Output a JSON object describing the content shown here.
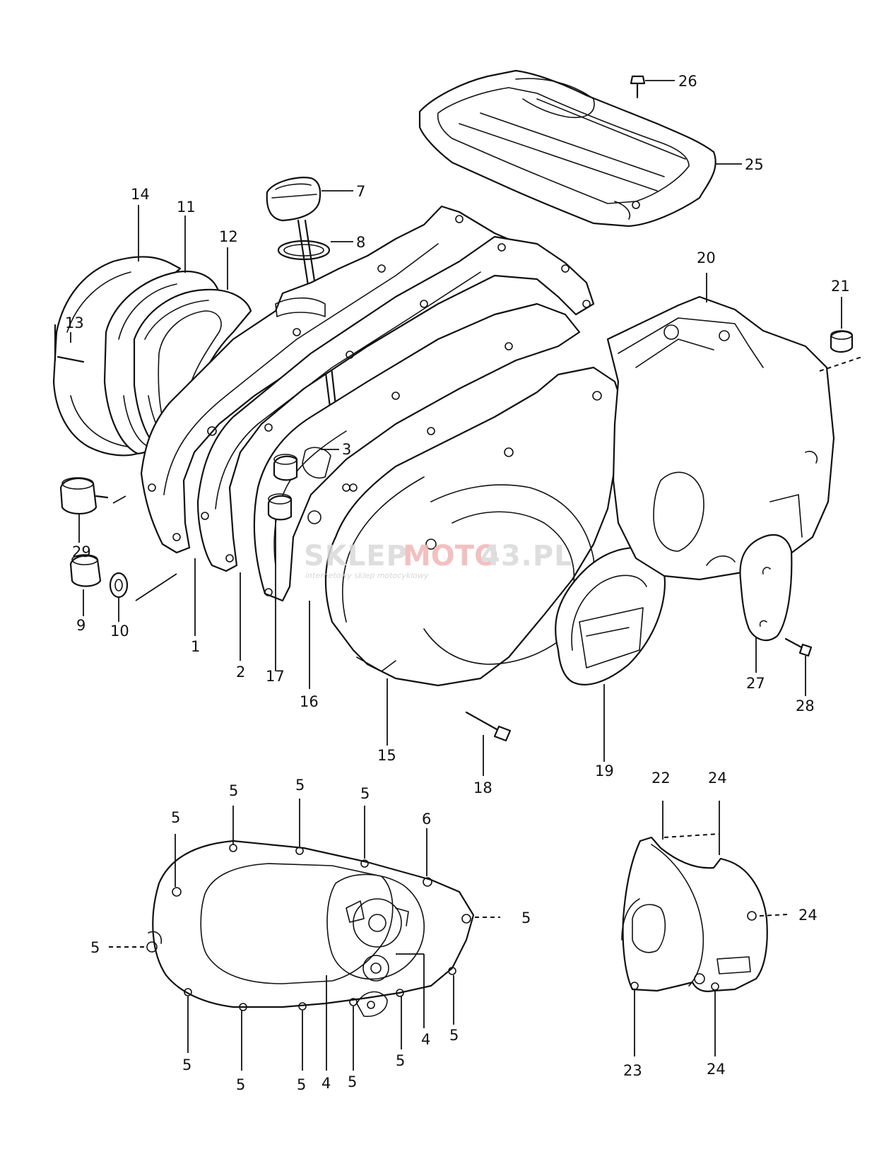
{
  "watermark": {
    "brand_left": "SKLEP",
    "brand_mid": "MOTO",
    "brand_right": "43.PL",
    "tagline": "internetowy sklep motocyklowy",
    "colors": {
      "grey": "#d9d9d9",
      "red": "#f2b6b6"
    }
  },
  "callouts": [
    {
      "id": "c26",
      "text": "26"
    },
    {
      "id": "c25",
      "text": "25"
    },
    {
      "id": "c7",
      "text": "7"
    },
    {
      "id": "c8",
      "text": "8"
    },
    {
      "id": "c14",
      "text": "14"
    },
    {
      "id": "c11",
      "text": "11"
    },
    {
      "id": "c12",
      "text": "12"
    },
    {
      "id": "c13",
      "text": "13"
    },
    {
      "id": "c20",
      "text": "20"
    },
    {
      "id": "c21",
      "text": "21"
    },
    {
      "id": "c3",
      "text": "3"
    },
    {
      "id": "c29",
      "text": "29"
    },
    {
      "id": "c9",
      "text": "9"
    },
    {
      "id": "c10",
      "text": "10"
    },
    {
      "id": "c1",
      "text": "1"
    },
    {
      "id": "c2",
      "text": "2"
    },
    {
      "id": "c17",
      "text": "17"
    },
    {
      "id": "c16",
      "text": "16"
    },
    {
      "id": "c15",
      "text": "15"
    },
    {
      "id": "c18",
      "text": "18"
    },
    {
      "id": "c19",
      "text": "19"
    },
    {
      "id": "c27",
      "text": "27"
    },
    {
      "id": "c28",
      "text": "28"
    },
    {
      "id": "c22",
      "text": "22"
    },
    {
      "id": "c24a",
      "text": "24"
    },
    {
      "id": "c24b",
      "text": "24"
    },
    {
      "id": "c24c",
      "text": "24"
    },
    {
      "id": "c23",
      "text": "23"
    },
    {
      "id": "c6",
      "text": "6"
    },
    {
      "id": "c4a",
      "text": "4"
    },
    {
      "id": "c4b",
      "text": "4"
    },
    {
      "id": "c5",
      "text": "5"
    }
  ]
}
